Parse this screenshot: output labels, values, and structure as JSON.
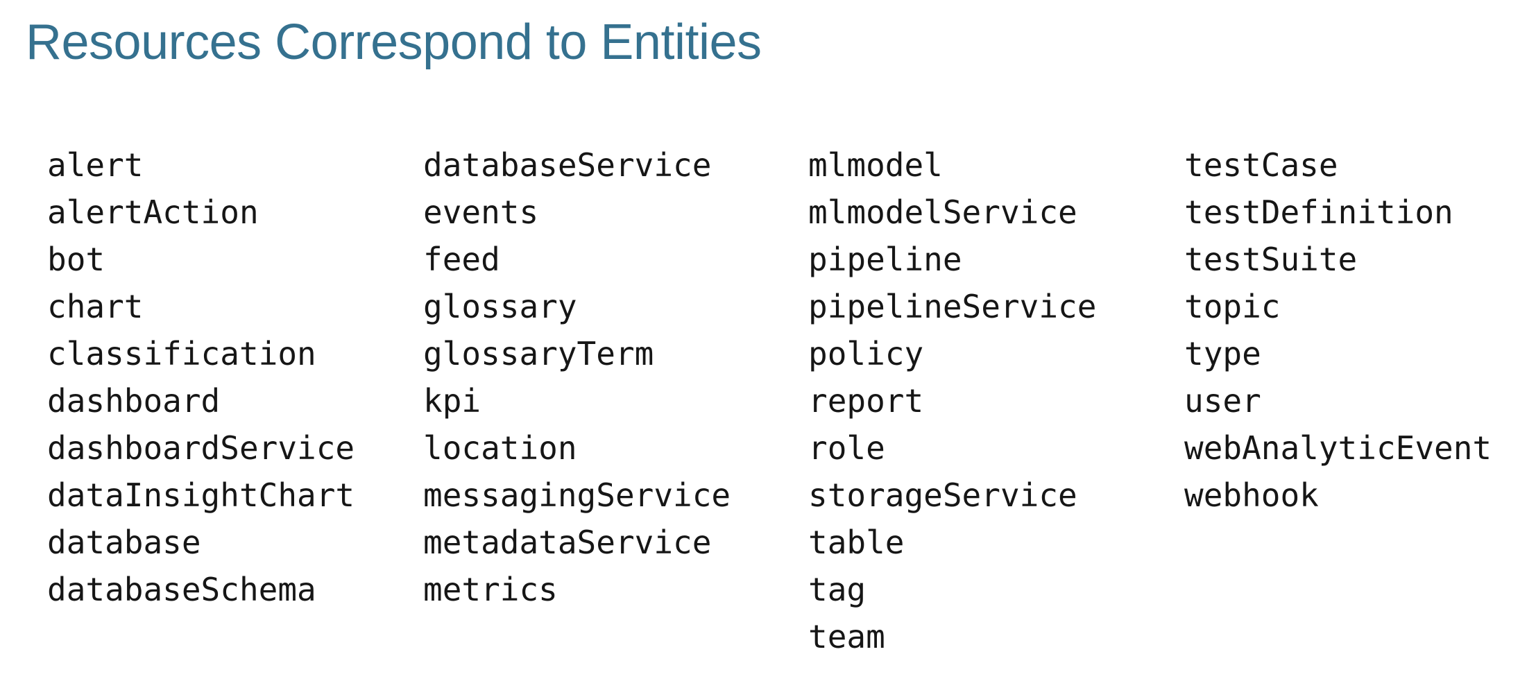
{
  "page": {
    "title": "Resources Correspond to Entities"
  },
  "colors": {
    "title": "#35718f",
    "text": "#161616",
    "background": "#ffffff"
  },
  "resources": {
    "columns": [
      {
        "items": [
          "alert",
          "alertAction",
          "bot",
          "chart",
          "classification",
          "dashboard",
          "dashboardService",
          "dataInsightChart",
          "database",
          "databaseSchema"
        ]
      },
      {
        "items": [
          "databaseService",
          "events",
          "feed",
          "glossary",
          "glossaryTerm",
          "kpi",
          "location",
          "messagingService",
          "metadataService",
          "metrics"
        ]
      },
      {
        "items": [
          "mlmodel",
          "mlmodelService",
          "pipeline",
          "pipelineService",
          "policy",
          "report",
          "role",
          "storageService",
          "table",
          "tag",
          "team"
        ]
      },
      {
        "items": [
          "testCase",
          "testDefinition",
          "testSuite",
          "topic",
          "type",
          "user",
          "webAnalyticEvent",
          "webhook"
        ]
      }
    ]
  }
}
